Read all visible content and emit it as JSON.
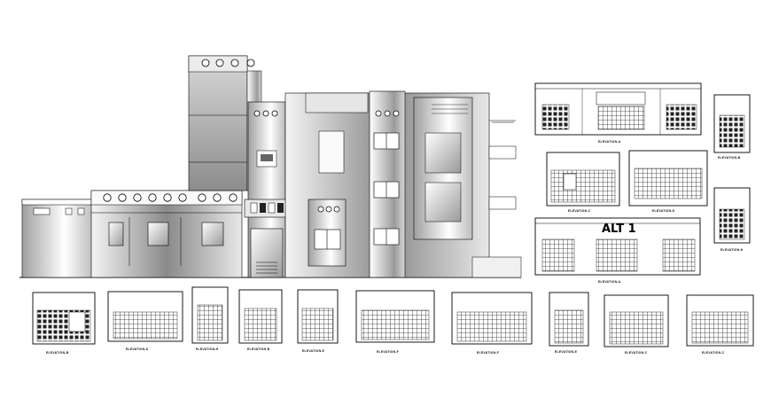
{
  "labels": {
    "alt_plan": "ALT 1",
    "elev_a_top": "ELEVATION-A",
    "elev_b_right": "ELEVATION-B",
    "elev_c_mid": "ELEVATION-C",
    "elev_d_mid": "ELEVATION-D",
    "elev_h_right": "ELEVATION-H",
    "elev_a_bottom": "ELEVATION-A",
    "row_1": "ELEVATION-B",
    "row_2": "ELEVATION-D",
    "row_3": "ELEVATION-H",
    "row_4": "ELEVATION-B",
    "row_5": "ELEVATION-E",
    "row_6": "ELEVATION-F",
    "row_7": "ELEVATION-F",
    "row_8": "ELEVATION-E",
    "row_9": "ELEVATION-C",
    "row_10": "ELEVATION-C"
  }
}
